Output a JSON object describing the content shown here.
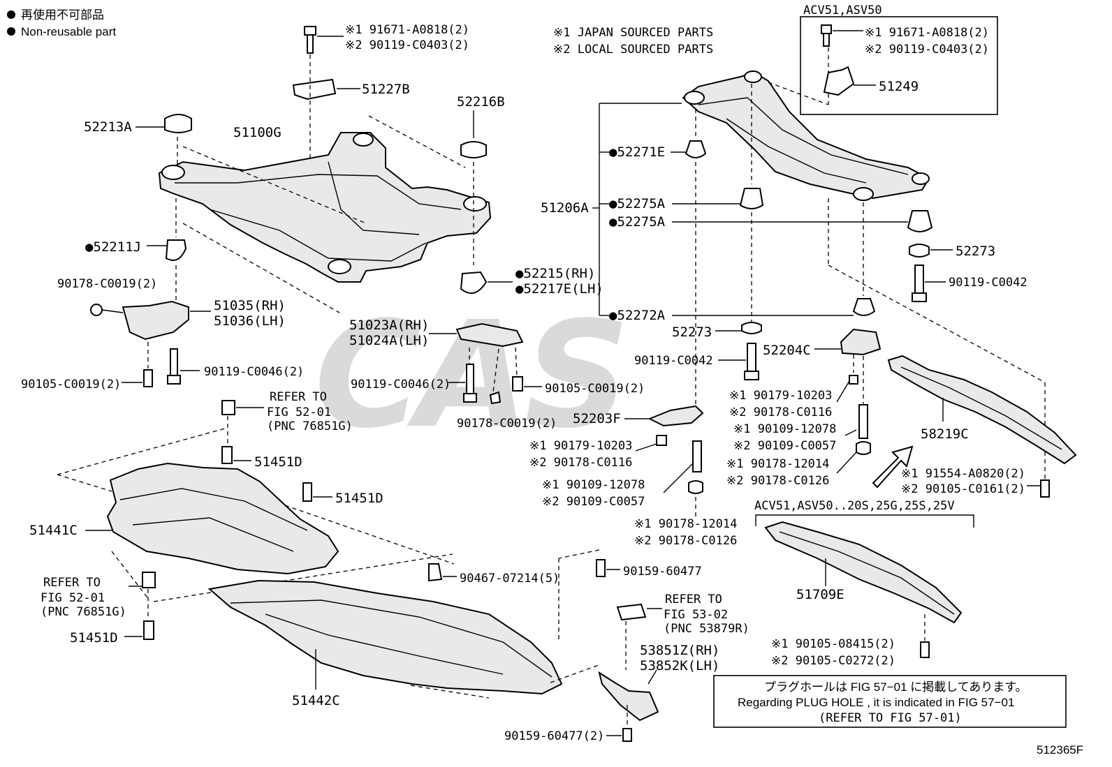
{
  "legend": {
    "line1": "再使用不可部品",
    "line2": "Non-reusable part"
  },
  "sourced_notes": {
    "japan": "※1 JAPAN SOURCED PARTS",
    "local": "※2 LOCAL SOURCED PARTS"
  },
  "inset_top_title": "ACV51,ASV50",
  "inset_bottom_title": "ACV51,ASV50..20S,25G,25S,25V",
  "watermark": "CAS",
  "figure_code": "512365F",
  "plug_note": {
    "jp": "プラグホールは FIG 57−01 に掲載してあります。",
    "en": "Regarding PLUG HOLE , it is indicated in FIG 57−01",
    "ref": "(REFER TO FIG 57-01)"
  },
  "labels": {
    "l01": "※1 91671-A0818(2)",
    "l02": "※2 90119-C0403(2)",
    "l03": "51227B",
    "l04": "52216B",
    "l05": "52213A",
    "l06": "51100G",
    "l07": "●52211J",
    "l08": "●52215(RH)",
    "l09": "●52217E(LH)",
    "l10": "90178-C0019(2)",
    "l11": "51035(RH)",
    "l12": "51036(LH)",
    "l13": "51023A(RH)",
    "l14": "51024A(LH)",
    "l15": "90119-C0046(2)",
    "l16": "90105-C0019(2)",
    "l17": "90119-C0046(2)",
    "l18": "90105-C0019(2)",
    "l19": "90178-C0019(2)",
    "l20": "REFER TO",
    "l21": "FIG 52-01",
    "l22": "(PNC 76851G)",
    "l23": "51451D",
    "l24": "51451D",
    "l25": "51441C",
    "l26": "REFER TO",
    "l27": "FIG 52-01",
    "l28": "(PNC 76851G)",
    "l29": "51451D",
    "l30": "90467-07214(5)",
    "l31": "90159-60477",
    "l32": "51442C",
    "l33": "REFER TO",
    "l34": "FIG 53-02",
    "l35": "(PNC 53879R)",
    "l36": "53851Z(RH)",
    "l37": "53852K(LH)",
    "l38": "90159-60477(2)",
    "l39": "※1 91671-A0818(2)",
    "l40": "※2 90119-C0403(2)",
    "l41": "51249",
    "l42": "●52271E",
    "l43": "51206A",
    "l44": "●52275A",
    "l45": "●52275A",
    "l46": "52273",
    "l47": "90119-C0042",
    "l48": "●52272A",
    "l49": "52273",
    "l50": "90119-C0042",
    "l51": "52204C",
    "l52": "※1 90179-10203",
    "l53": "※2 90178-C0116",
    "l54": "※1 90109-12078",
    "l55": "※2 90109-C0057",
    "l56": "※1 90178-12014",
    "l57": "※2 90178-C0126",
    "l58": "52203F",
    "l59": "※1 90179-10203",
    "l60": "※2 90178-C0116",
    "l61": "※1 90109-12078",
    "l62": "※2 90109-C0057",
    "l63": "※1 90178-12014",
    "l64": "※2 90178-C0126",
    "l65": "58219C",
    "l66": "※1 91554-A0820(2)",
    "l67": "※2 90105-C0161(2)",
    "l68": "51709E",
    "l69": "※1 90105-08415(2)",
    "l70": "※2 90105-C0272(2)"
  }
}
